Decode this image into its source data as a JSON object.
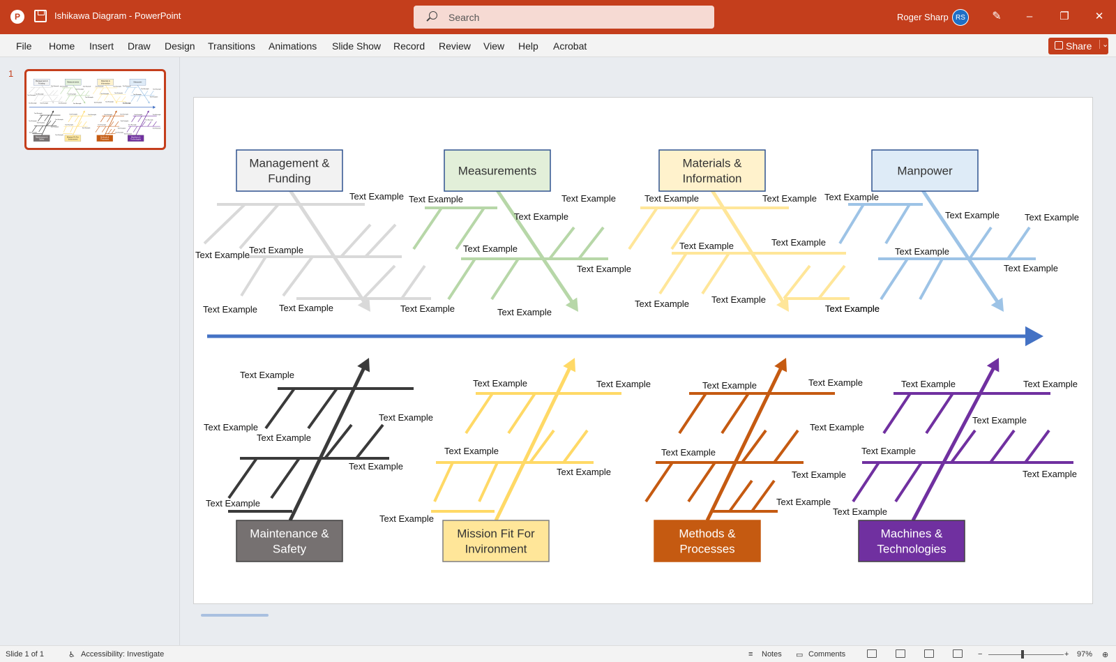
{
  "window": {
    "doc_title": "Ishikawa Diagram  -  PowerPoint",
    "app_icon_letter": "P",
    "user_name": "Roger Sharp",
    "user_initials": "RS",
    "minimize": "–",
    "restore": "❐",
    "close": "✕"
  },
  "search": {
    "placeholder": "Search"
  },
  "menu": [
    "File",
    "Home",
    "Insert",
    "Draw",
    "Design",
    "Transitions",
    "Animations",
    "Slide Show",
    "Record",
    "Review",
    "View",
    "Help",
    "Acrobat"
  ],
  "share": {
    "label": "Share",
    "caret": "⌄"
  },
  "thumbnails": {
    "slide_number": "1"
  },
  "slide": {
    "top_categories": [
      {
        "label_lines": [
          "Management &",
          "Funding"
        ],
        "fill": "#f2f2f2",
        "stroke": "#2f528f",
        "bone": "#d9d9d9",
        "text_color": "#333333"
      },
      {
        "label_lines": [
          "Measurements"
        ],
        "fill": "#e2efd9",
        "stroke": "#2f528f",
        "bone": "#b7d7a8",
        "text_color": "#333333"
      },
      {
        "label_lines": [
          "Materials &",
          "Information"
        ],
        "fill": "#fff2cc",
        "stroke": "#2f528f",
        "bone": "#ffe699",
        "text_color": "#333333"
      },
      {
        "label_lines": [
          "Manpower"
        ],
        "fill": "#deebf7",
        "stroke": "#2f528f",
        "bone": "#9dc3e6",
        "text_color": "#333333"
      }
    ],
    "bottom_categories": [
      {
        "label_lines": [
          "Maintenance &",
          "Safety"
        ],
        "fill": "#767171",
        "stroke": "#404040",
        "bone": "#3a3a3a",
        "text_color": "#ffffff"
      },
      {
        "label_lines": [
          "Mission Fit For",
          "Invironment"
        ],
        "fill": "#ffe699",
        "stroke": "#7f7f7f",
        "bone": "#ffd966",
        "text_color": "#333333"
      },
      {
        "label_lines": [
          "Methods &",
          "Processes"
        ],
        "fill": "#c55a11",
        "stroke": "#c55a11",
        "bone": "#c55a11",
        "text_color": "#ffffff"
      },
      {
        "label_lines": [
          "Machines &",
          "Technologies"
        ],
        "fill": "#7030a0",
        "stroke": "#404040",
        "bone": "#7030a0",
        "text_color": "#ffffff"
      }
    ],
    "spine_color": "#4472c4",
    "example_label": "Text Example"
  },
  "status": {
    "slide_info": "Slide 1 of 1",
    "accessibility": "Accessibility: Investigate",
    "notes": "Notes",
    "comments": "Comments",
    "zoom_minus": "−",
    "zoom_plus": "+",
    "zoom_level": "97%"
  }
}
